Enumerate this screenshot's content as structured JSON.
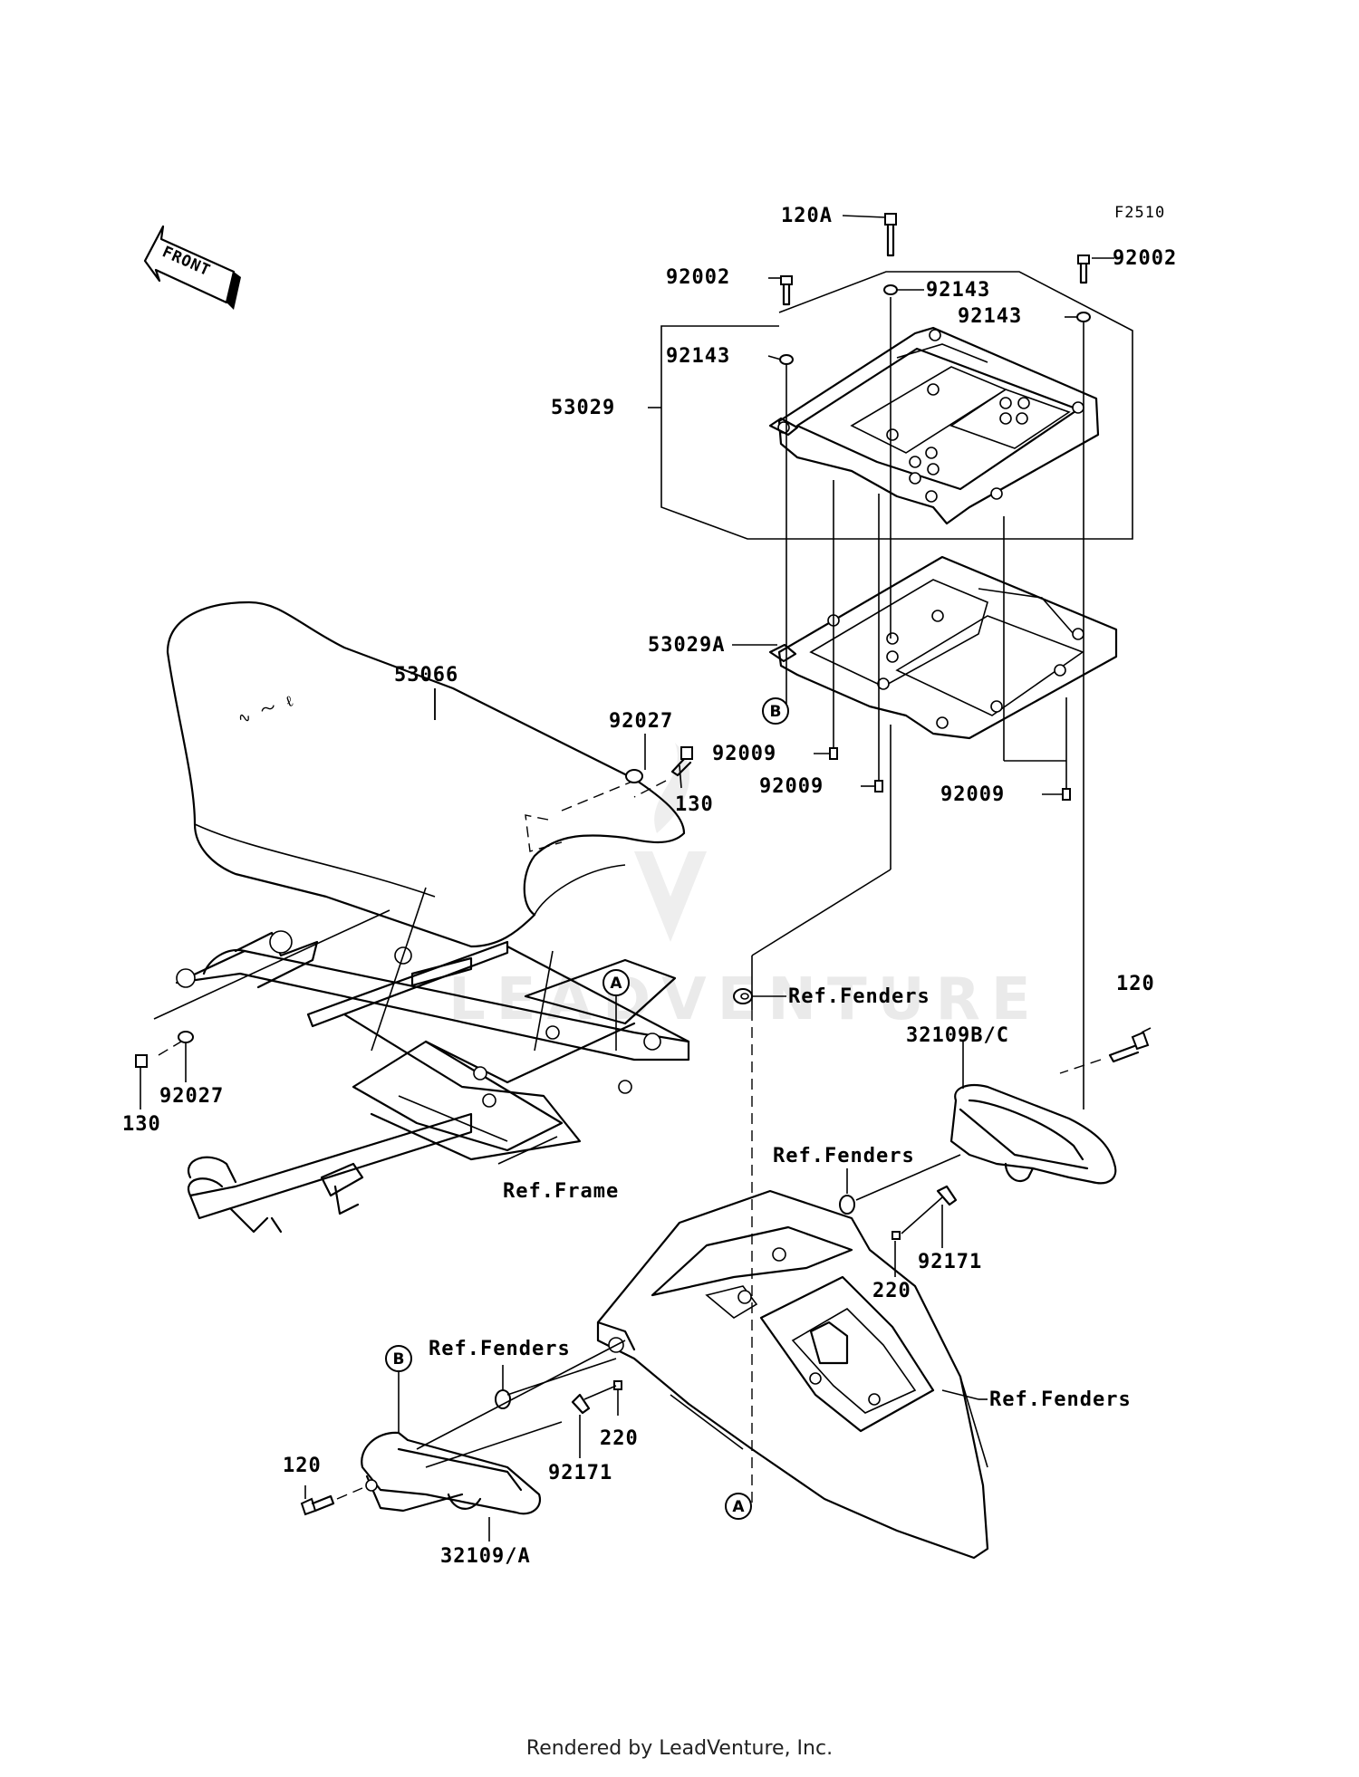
{
  "diagram": {
    "code": "F2510",
    "front_arrow": "FRONT",
    "watermark": "LEADVENTURE",
    "labels": {
      "p120A": "120A",
      "p92002_left": "92002",
      "p92002_right": "92002",
      "p92143_center": "92143",
      "p92143_right": "92143",
      "p92143_left": "92143",
      "p53029": "53029",
      "p53029A": "53029A",
      "p92009_1": "92009",
      "p92009_2": "92009",
      "p92009_3": "92009",
      "p53066": "53066",
      "p92027_top": "92027",
      "p130_top": "130",
      "p92027_left": "92027",
      "p130_left": "130",
      "ref_fenders_1": "Ref.Fenders",
      "ref_fenders_2": "Ref.Fenders",
      "ref_fenders_3": "Ref.Fenders",
      "ref_fenders_4": "Ref.Fenders",
      "ref_frame": "Ref.Frame",
      "p120_right": "120",
      "p32109BC": "32109B/C",
      "p220_right": "220",
      "p92171_right": "92171",
      "p220_left": "220",
      "p92171_left": "92171",
      "p120_left": "120",
      "p32109A": "32109/A"
    },
    "callouts": {
      "A_upper": "A",
      "A_lower": "A",
      "B_upper": "B",
      "B_lower": "B"
    }
  },
  "footer": {
    "text": "Rendered by LeadVenture, Inc."
  }
}
